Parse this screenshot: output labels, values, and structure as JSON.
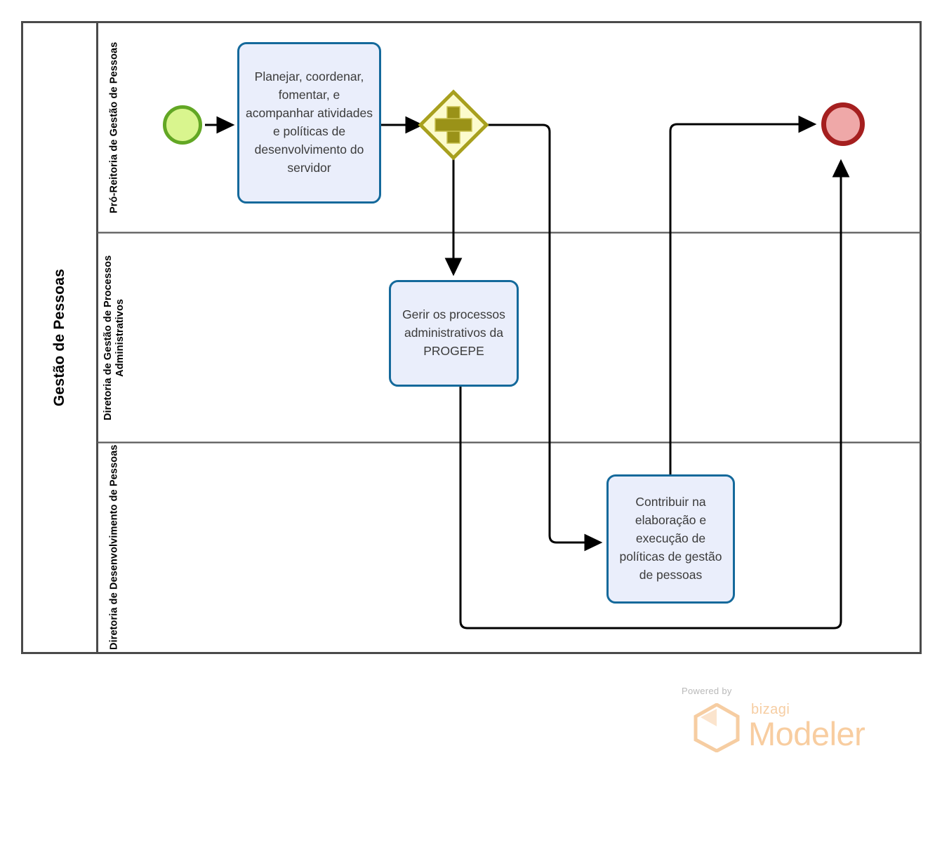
{
  "diagram": {
    "type": "bpmn-process",
    "pool": {
      "name": "Gestão de Pessoas",
      "lanes": [
        {
          "id": "lane-pro-reitoria",
          "name": "Pró-Reitoria de Gestão de Pessoas"
        },
        {
          "id": "lane-processos-administrativos",
          "name": "Diretoria de Gestão de Processos Administrativos"
        },
        {
          "id": "lane-desenvolvimento-pessoas",
          "name": "Diretoria de Desenvolvimento de Pessoas"
        }
      ]
    },
    "events": {
      "start": {
        "name": "start-event",
        "type": "start",
        "lane": "lane-pro-reitoria"
      },
      "end": {
        "name": "end-event",
        "type": "end",
        "lane": "lane-pro-reitoria"
      }
    },
    "gateway": {
      "name": "parallel-gateway",
      "type": "parallel",
      "symbol": "+",
      "lane": "lane-pro-reitoria"
    },
    "tasks": [
      {
        "id": "task-planejar",
        "label": "Planejar, coordenar, fomentar, e acompanhar atividades e políticas de desenvolvimento do servidor",
        "lane": "lane-pro-reitoria"
      },
      {
        "id": "task-gerir",
        "label": "Gerir os processos administrativos da PROGEPE",
        "lane": "lane-processos-administrativos"
      },
      {
        "id": "task-contribuir",
        "label": "Contribuir na elaboração e execução de políticas de gestão de pessoas",
        "lane": "lane-desenvolvimento-pessoas"
      }
    ],
    "flows": [
      {
        "from": "start-event",
        "to": "task-planejar"
      },
      {
        "from": "task-planejar",
        "to": "parallel-gateway"
      },
      {
        "from": "parallel-gateway",
        "to": "task-gerir"
      },
      {
        "from": "parallel-gateway",
        "to": "task-contribuir"
      },
      {
        "from": "task-contribuir",
        "to": "end-event"
      },
      {
        "from": "task-gerir",
        "to": "end-event"
      }
    ]
  },
  "branding": {
    "powered_by": "Powered by",
    "product_prefix": "bizagi",
    "product_name": "Modeler"
  },
  "colors": {
    "task_border": "#14699b",
    "task_fill": "#eaeefb",
    "start_border": "#62a724",
    "start_fill": "#d9f58e",
    "end_border": "#a51f1f",
    "end_fill": "#efa8a8",
    "gateway_border": "#a8a01e",
    "gateway_fill": "#fcfbcd",
    "gateway_symbol": "#9a9218",
    "pool_border": "#4a4a4a",
    "connector": "#000000",
    "branding": "#f8cda0"
  }
}
